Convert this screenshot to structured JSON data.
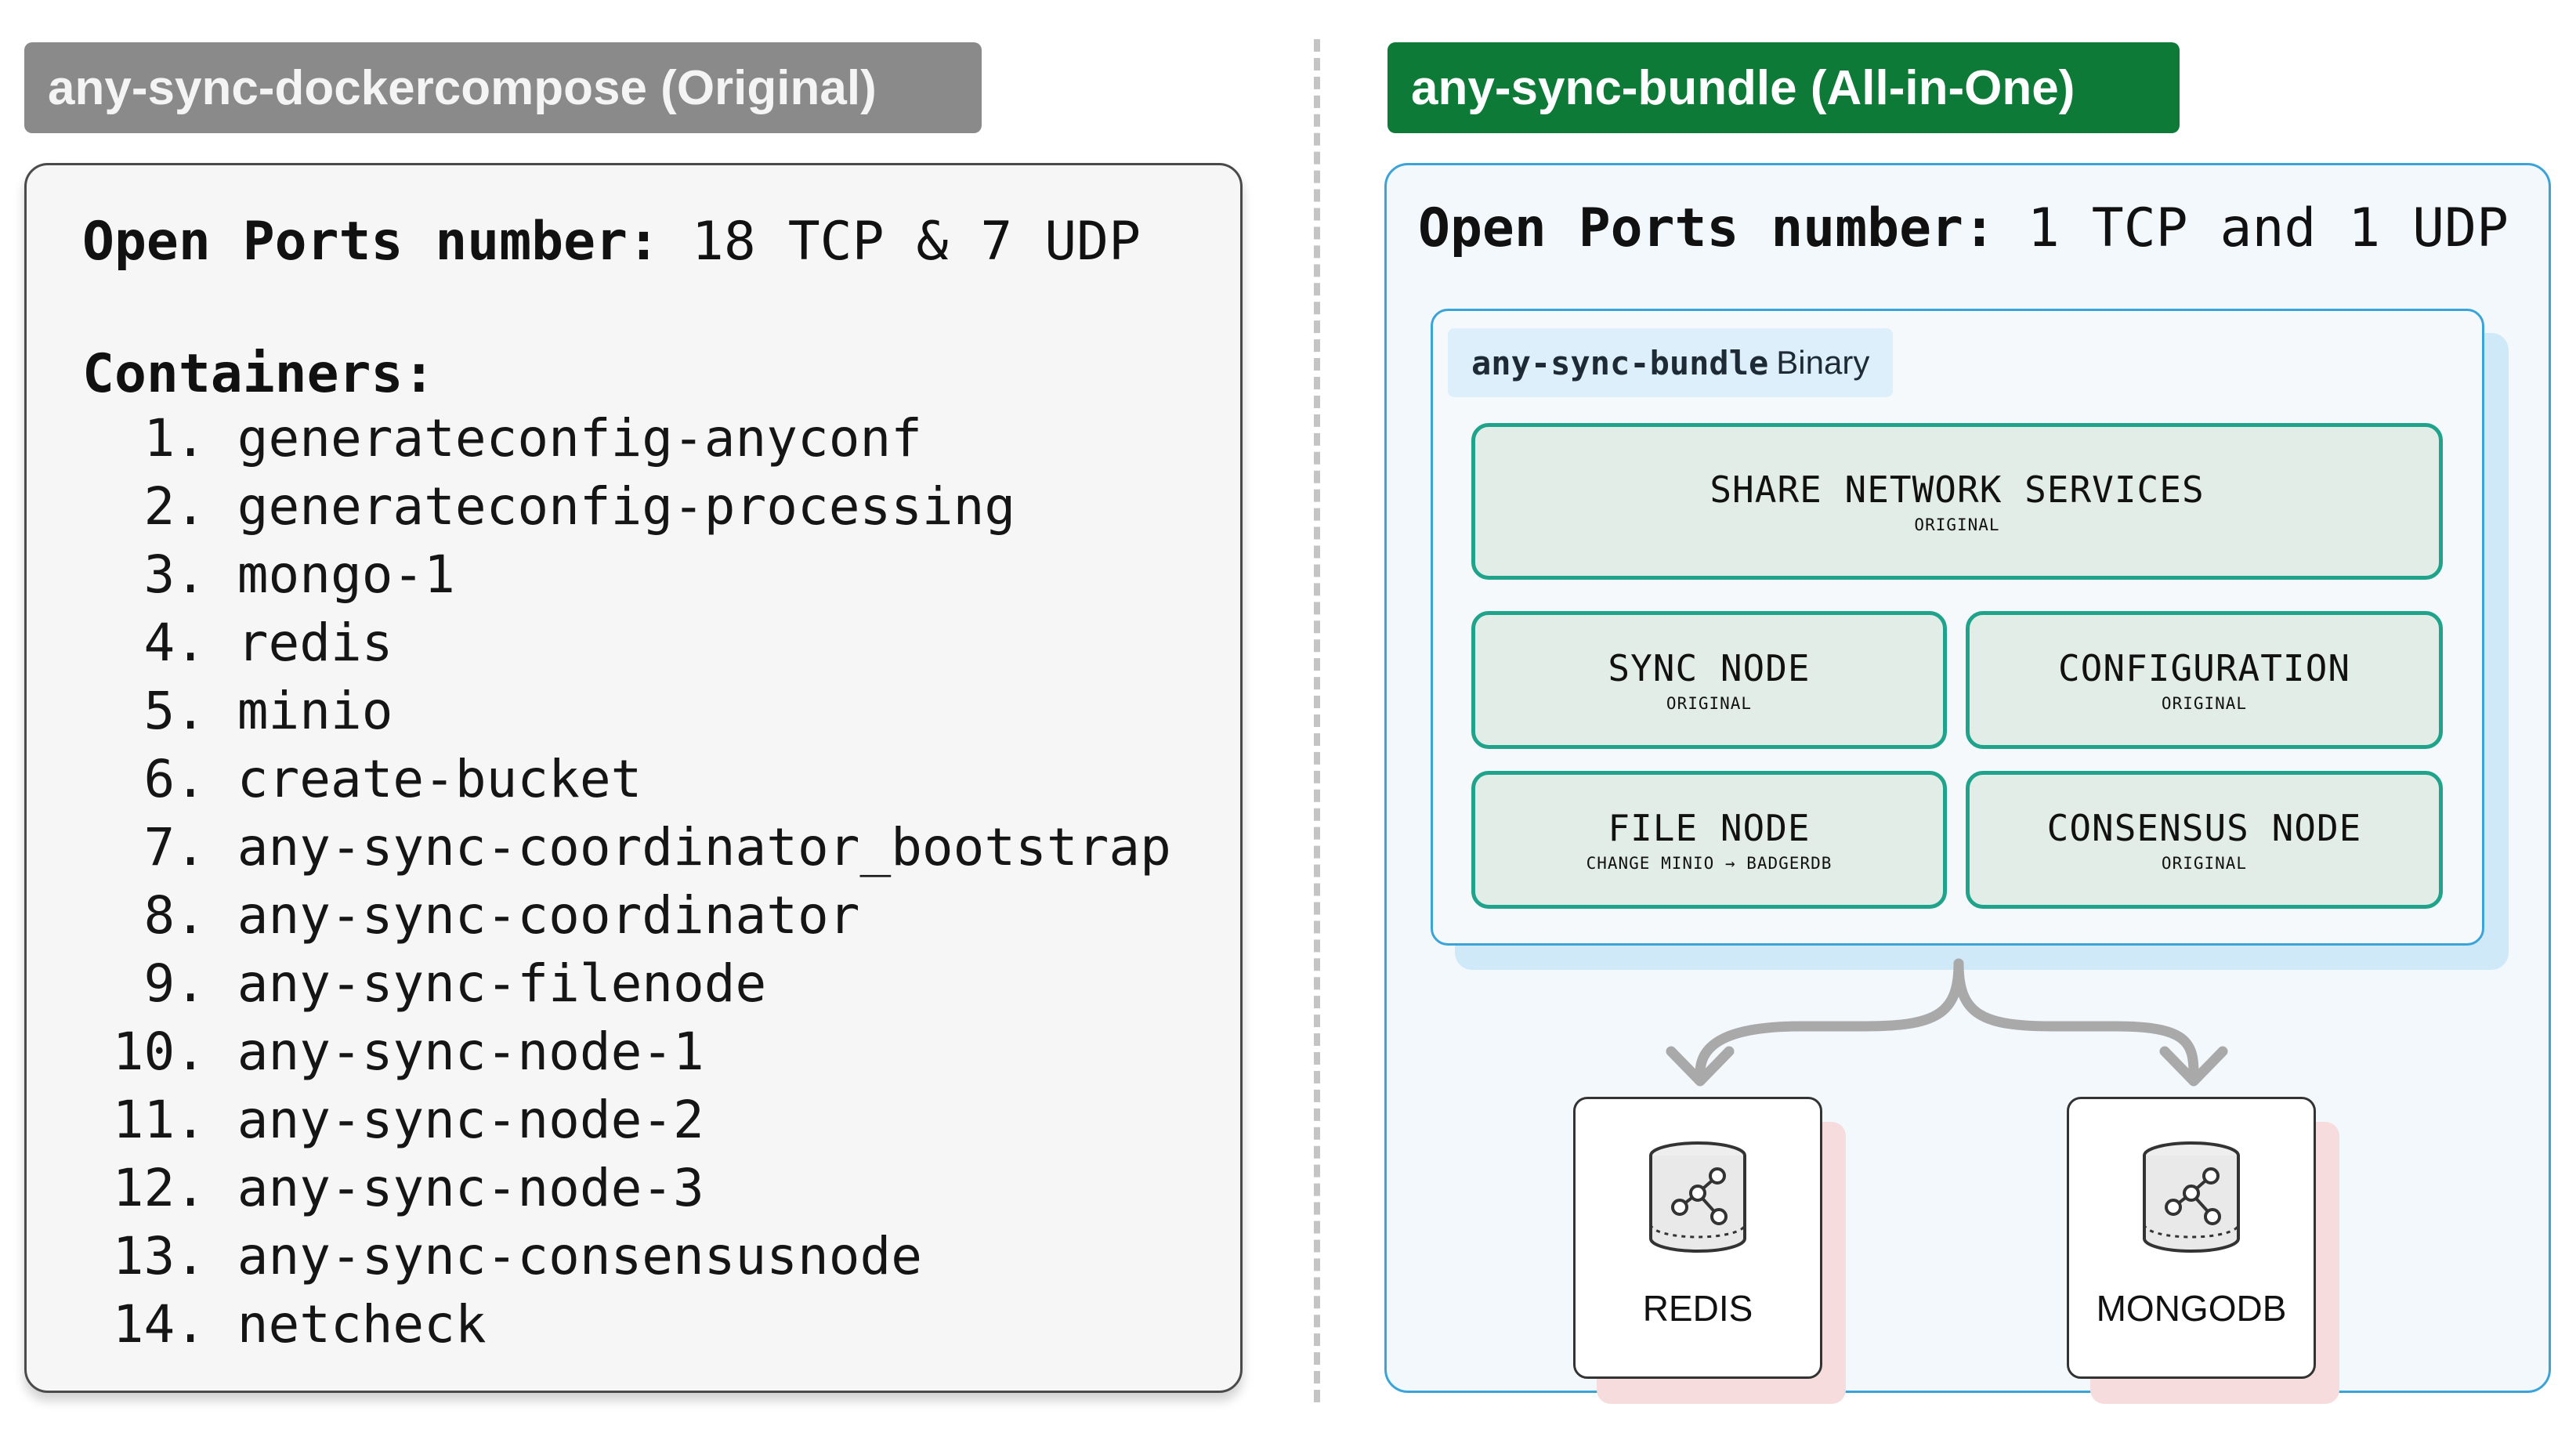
{
  "left": {
    "header": "any-sync-dockercompose (Original)",
    "ports_label": "Open Ports number:",
    "ports_value": "18 TCP & 7 UDP",
    "containers_heading": "Containers:",
    "containers": [
      {
        "num": "1.",
        "name": "generateconfig-anyconf"
      },
      {
        "num": "2.",
        "name": "generateconfig-processing"
      },
      {
        "num": "3.",
        "name": "mongo-1"
      },
      {
        "num": "4.",
        "name": "redis"
      },
      {
        "num": "5.",
        "name": "minio"
      },
      {
        "num": "6.",
        "name": "create-bucket"
      },
      {
        "num": "7.",
        "name": "any-sync-coordinator_bootstrap"
      },
      {
        "num": "8.",
        "name": "any-sync-coordinator"
      },
      {
        "num": "9.",
        "name": "any-sync-filenode"
      },
      {
        "num": "10.",
        "name": "any-sync-node-1"
      },
      {
        "num": "11.",
        "name": "any-sync-node-2"
      },
      {
        "num": "12.",
        "name": "any-sync-node-3"
      },
      {
        "num": "13.",
        "name": "any-sync-consensusnode"
      },
      {
        "num": "14.",
        "name": "netcheck"
      }
    ]
  },
  "right": {
    "header": "any-sync-bundle (All-in-One)",
    "ports_label": "Open Ports number:",
    "ports_value": "1 TCP and 1 UDP",
    "bundle": {
      "label_code": "any-sync-bundle",
      "label_plain": "Binary"
    },
    "services": {
      "share": {
        "title": "SHARE NETWORK SERVICES",
        "sub": "ORIGINAL"
      },
      "sync": {
        "title": "SYNC NODE",
        "sub": "ORIGINAL"
      },
      "config": {
        "title": "CONFIGURATION",
        "sub": "ORIGINAL"
      },
      "file": {
        "title": "FILE NODE",
        "sub": "CHANGE MINIO → BADGERDB"
      },
      "consensus": {
        "title": "CONSENSUS NODE",
        "sub": "ORIGINAL"
      }
    },
    "databases": {
      "redis": "REDIS",
      "mongo": "MONGODB"
    }
  },
  "colors": {
    "left_header_bg": "#8a8a8a",
    "right_header_bg": "#0e7a37",
    "panel_border_blue": "#3aa3d8",
    "service_border_teal": "#1fa38a",
    "service_fill": "#e3ede8",
    "arrow_gray": "#a9a9a9",
    "db_shadow_pink": "#f6dcdc"
  },
  "icons": {
    "database": "database-network-icon",
    "arrow": "curved-arrow-down"
  }
}
